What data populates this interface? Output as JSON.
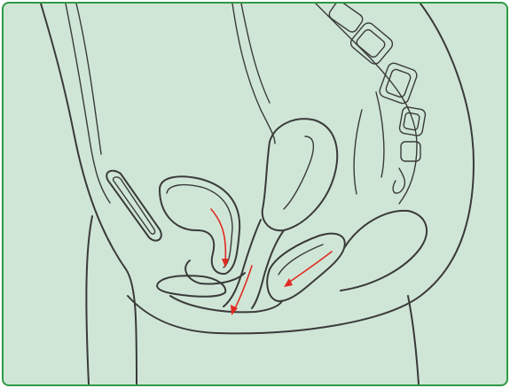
{
  "figure": {
    "background_color": "#cfe6d6",
    "border_color": "#2f9a44",
    "line_color": "#3a3a3a",
    "arrow_color": "#e02b22",
    "arrows": [
      {
        "organ": "bladder",
        "direction": "down"
      },
      {
        "organ": "vagina",
        "direction": "down"
      },
      {
        "organ": "rectum",
        "direction": "down-left"
      }
    ]
  }
}
